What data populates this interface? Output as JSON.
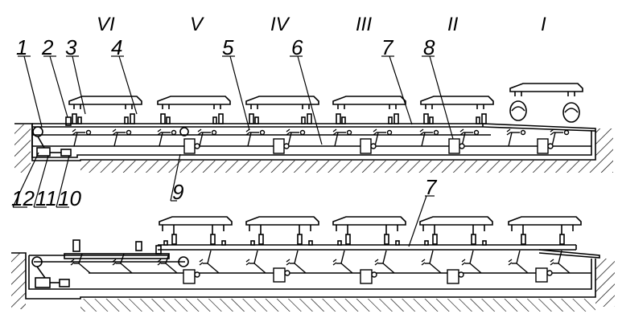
{
  "figure": {
    "type": "technical-diagram",
    "views": [
      "upper-section",
      "lower-section"
    ],
    "colors": {
      "line": "#000000",
      "background": "#ffffff"
    }
  },
  "section_labels": [
    "VI",
    "V",
    "IV",
    "III",
    "II",
    "I"
  ],
  "callouts_upper": [
    "1",
    "2",
    "3",
    "4",
    "5",
    "6",
    "7",
    "8",
    "9",
    "10",
    "11",
    "12"
  ],
  "callouts_lower": [
    "7"
  ]
}
